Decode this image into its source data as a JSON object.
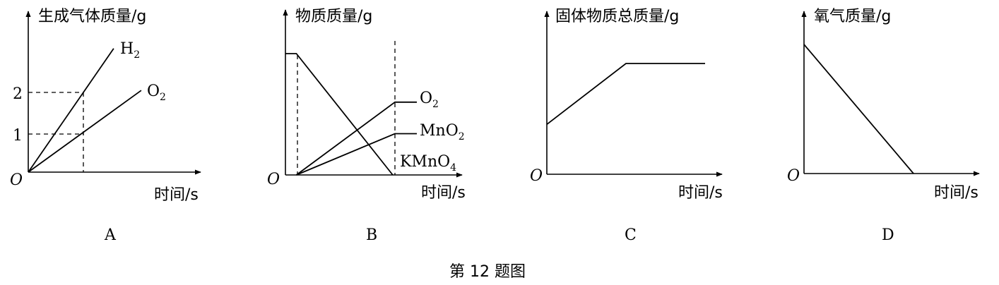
{
  "caption": "第 12 题图",
  "chart_data": [
    {
      "panel": "A",
      "type": "line",
      "ylabel": "生成气体质量/g",
      "xlabel": "时间/s",
      "origin_label": "O",
      "yticks": [
        "1",
        "2"
      ],
      "series": [
        {
          "name": "H",
          "sub": "2",
          "points": [
            [
              0,
              0
            ],
            [
              1,
              2
            ],
            [
              1.55,
              3.1
            ]
          ]
        },
        {
          "name": "O",
          "sub": "2",
          "points": [
            [
              0,
              0
            ],
            [
              1,
              1
            ],
            [
              2.05,
              2.05
            ]
          ]
        }
      ]
    },
    {
      "panel": "B",
      "type": "line",
      "ylabel": "物质质量/g",
      "xlabel": "时间/s",
      "origin_label": "O",
      "series": [
        {
          "name": "KMnO",
          "sub": "4",
          "points": [
            [
              0,
              1.0
            ],
            [
              0.1,
              1.0
            ],
            [
              0.98,
              0
            ]
          ]
        },
        {
          "name": "O",
          "sub": "2",
          "points": [
            [
              0.1,
              0
            ],
            [
              1.0,
              0.6
            ],
            [
              1.2,
              0.6
            ]
          ]
        },
        {
          "name": "MnO",
          "sub": "2",
          "points": [
            [
              0.1,
              0
            ],
            [
              1.0,
              0.34
            ],
            [
              1.2,
              0.34
            ]
          ]
        }
      ]
    },
    {
      "panel": "C",
      "type": "line",
      "ylabel": "固体物质总质量/g",
      "xlabel": "时间/s",
      "origin_label": "O",
      "series": [
        {
          "name": "",
          "points": [
            [
              0,
              0.45
            ],
            [
              0.5,
              1.0
            ],
            [
              1.0,
              1.0
            ]
          ]
        }
      ]
    },
    {
      "panel": "D",
      "type": "line",
      "ylabel": "氧气质量/g",
      "xlabel": "时间/s",
      "origin_label": "O",
      "series": [
        {
          "name": "",
          "points": [
            [
              0,
              1.0
            ],
            [
              1.0,
              0
            ]
          ]
        }
      ]
    }
  ]
}
